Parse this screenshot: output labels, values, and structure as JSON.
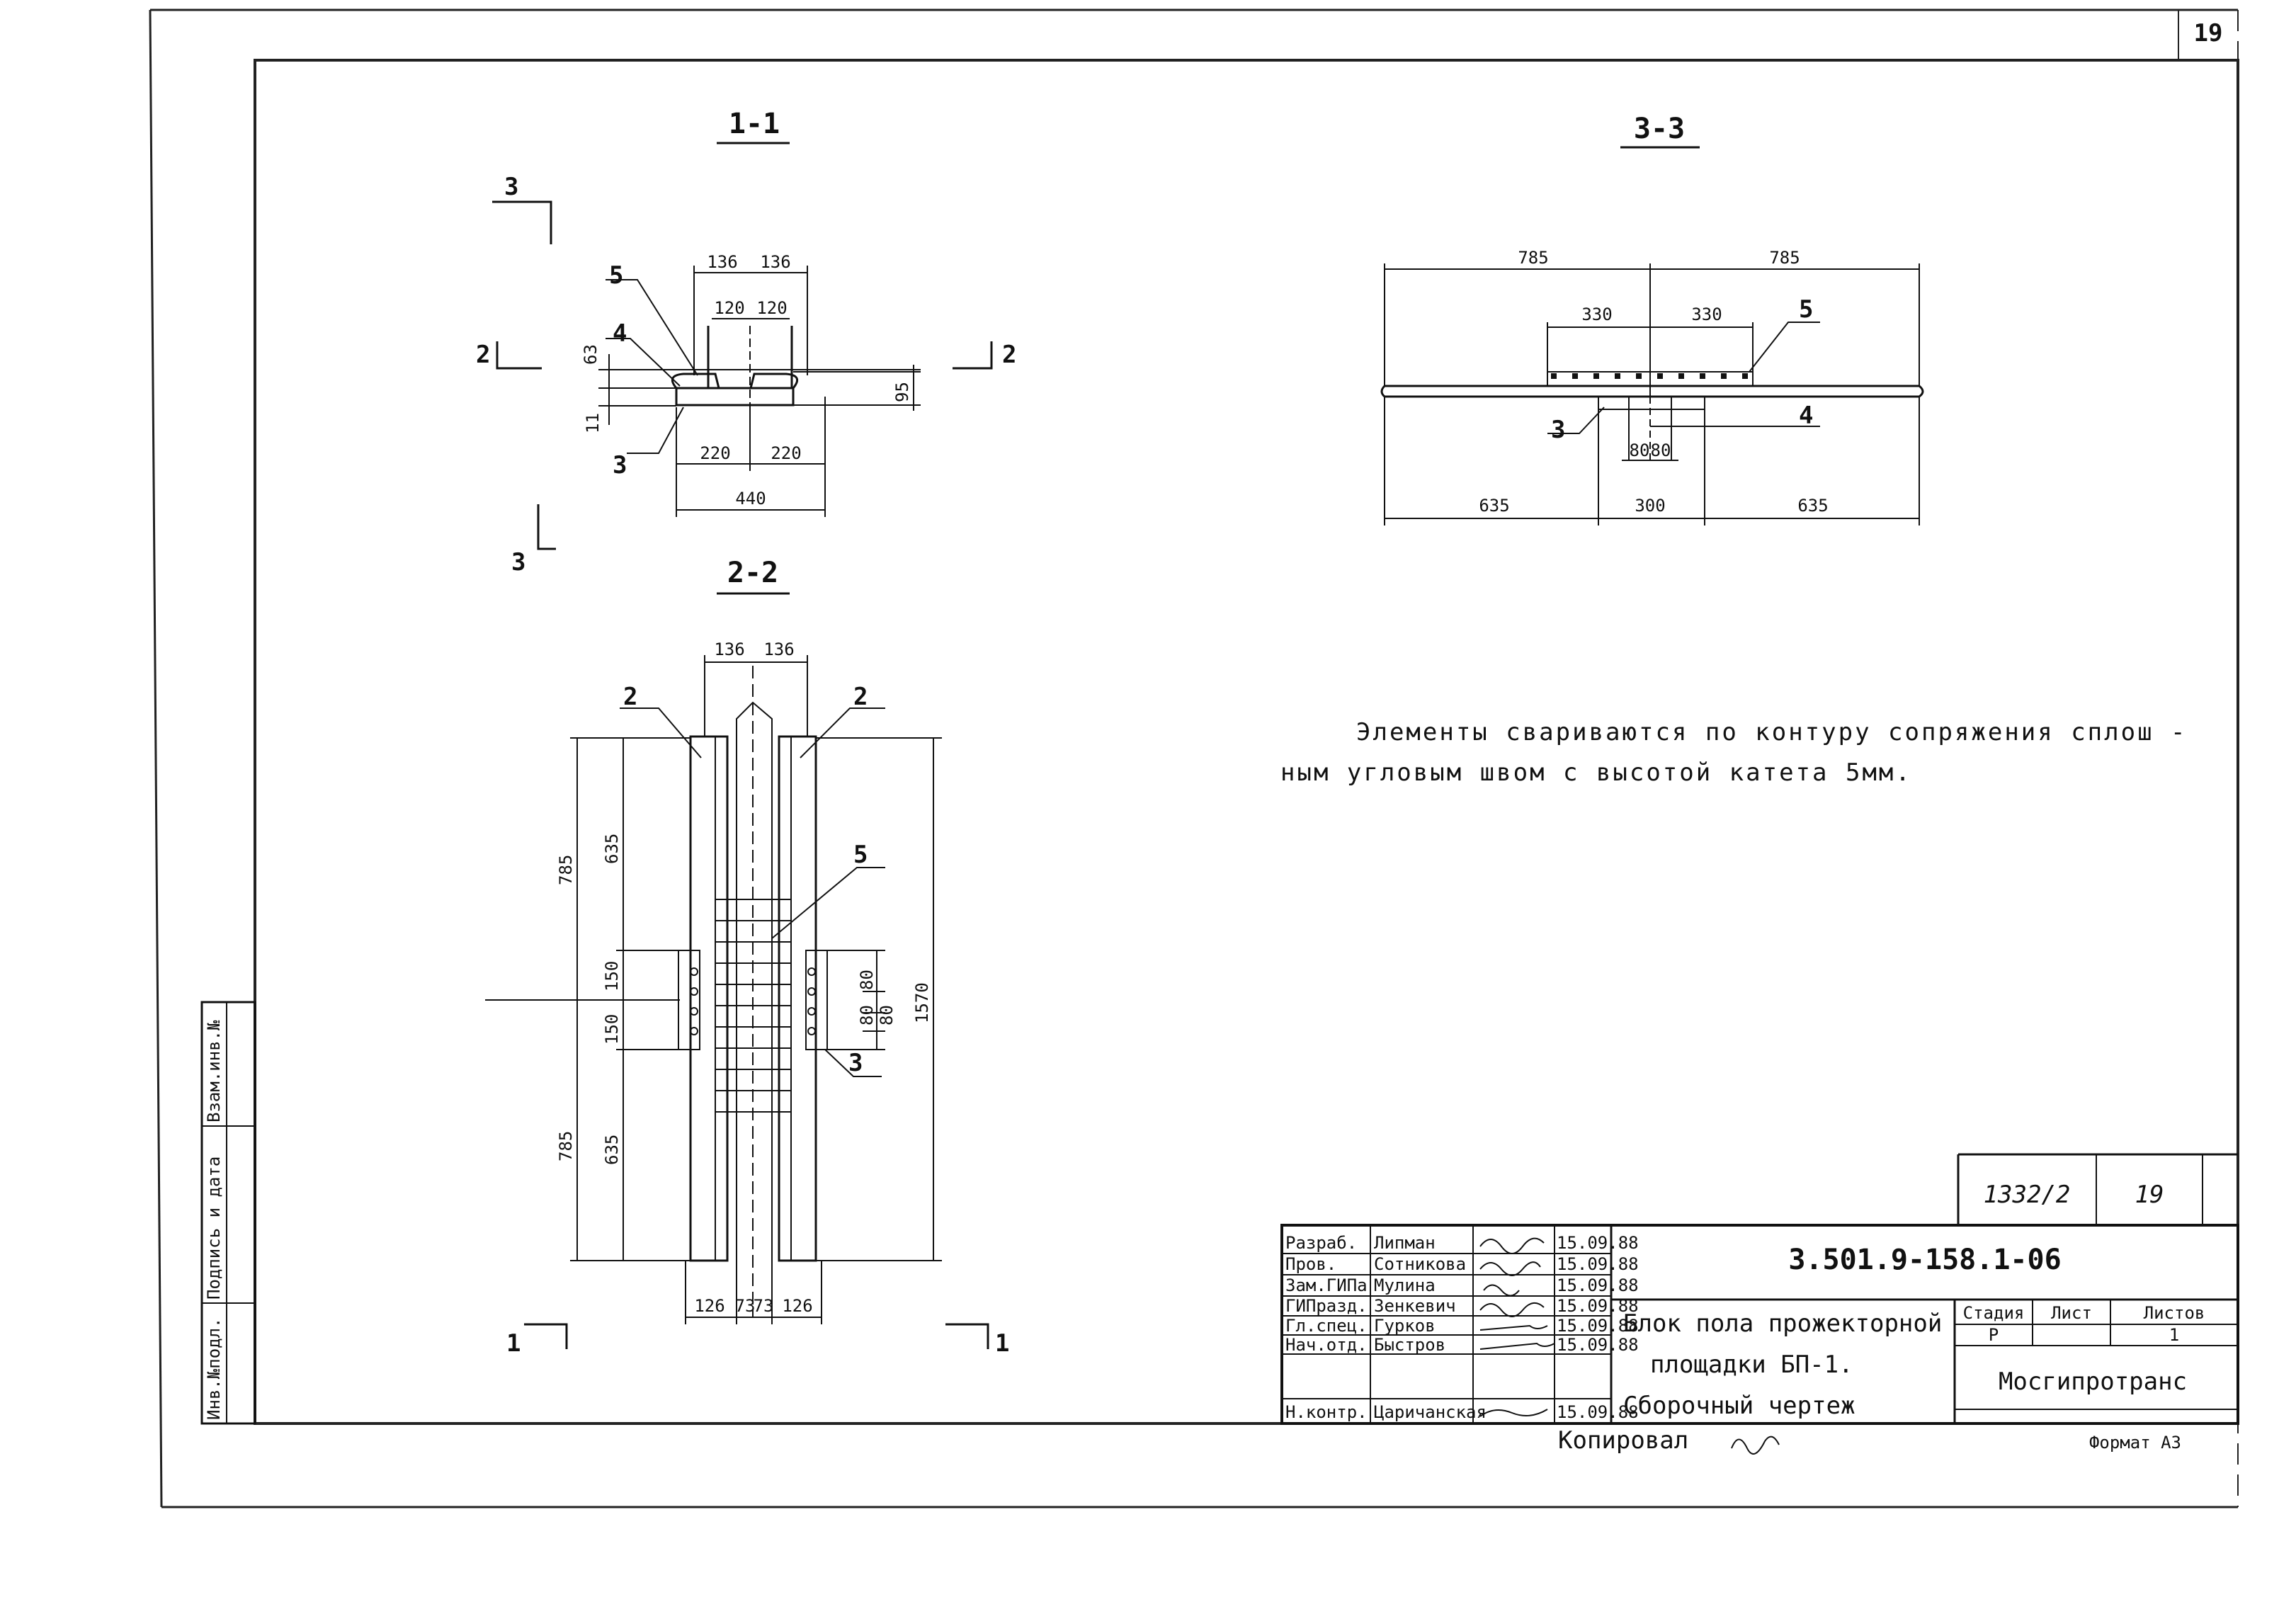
{
  "sheet_corner_number": "19",
  "sections": {
    "s11": {
      "title": "1-1",
      "cut_mark": "3",
      "plan_cut": "2",
      "dims": {
        "a": "136",
        "b": "136",
        "c": "120",
        "d": "120",
        "h1": "63",
        "h2": "11",
        "h3": "95",
        "e": "220",
        "f": "220",
        "total": "440"
      },
      "callouts": [
        "5",
        "4",
        "3"
      ]
    },
    "s22": {
      "title": "2-2",
      "cut_mark": "1",
      "dims": {
        "top_a": "136",
        "top_b": "136",
        "l785a": "785",
        "l635a": "635",
        "l150a": "150",
        "l150b": "150",
        "l785b": "785",
        "l635b": "635",
        "r80a": "80",
        "r80b": "80",
        "r80c": "80",
        "total": "1570",
        "b126a": "126",
        "b73a": "73",
        "b73b": "73",
        "b126b": "126"
      },
      "callouts": [
        "2",
        "2",
        "5",
        "3"
      ]
    },
    "s33": {
      "title": "3-3",
      "dims": {
        "t785a": "785",
        "t785b": "785",
        "t330a": "330",
        "t330b": "330",
        "m80a": "80",
        "m80b": "80",
        "b635a": "635",
        "b300": "300",
        "b635b": "635"
      },
      "callouts": [
        "5",
        "3",
        "4"
      ]
    }
  },
  "note": {
    "line1": "Элементы  свариваются  по  контуру  сопряжения  сплош -",
    "line2": "ным  угловым  швом  с  высотой  катета  5мм."
  },
  "side_stamp": [
    "Взам.инв.№",
    "Подпись и дата",
    "Инв.№подл."
  ],
  "title_block": {
    "album": "1332/2",
    "sheet_no": "19",
    "doc_code": "3.501.9-158.1-06",
    "rows": [
      {
        "role": "Разраб.",
        "name": "Липман",
        "date": "15.09.88"
      },
      {
        "role": "Пров.",
        "name": "Сотникова",
        "date": "15.09.88"
      },
      {
        "role": "Зам.ГИПа",
        "name": "Мулина",
        "date": "15.09.88"
      },
      {
        "role": "ГИПразд.",
        "name": "Зенкевич",
        "date": "15.09.88"
      },
      {
        "role": "Гл.спец.",
        "name": "Гурков",
        "date": "15.09.88"
      },
      {
        "role": "Нач.отд.",
        "name": "Быстров",
        "date": "15.09.88"
      },
      {
        "role": "Н.контр.",
        "name": "Царичанская",
        "date": "15.09.88"
      }
    ],
    "drawing_title": [
      "Блок пола прожекторной",
      "площадки БП-1.",
      "Сборочный чертеж"
    ],
    "stage_label": "Стадия",
    "sheet_label": "Лист",
    "sheets_label": "Листов",
    "stage_value": "Р",
    "sheets_value": "1",
    "organization": "Мосгипротранс",
    "copied_label": "Копировал",
    "format_label": "Формат А3"
  }
}
